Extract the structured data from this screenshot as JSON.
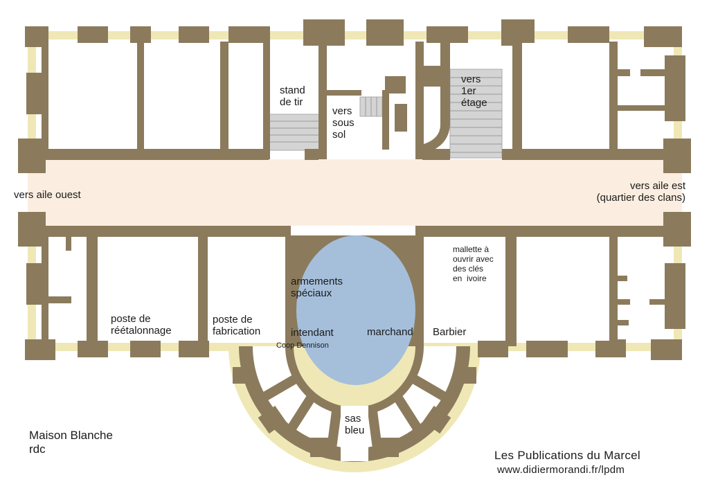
{
  "colors": {
    "wall": "#8b7b5c",
    "window": "#efe8b6",
    "corridor": "#fbeee0",
    "oval_room": "#a5bfdb",
    "room": "#ffffff",
    "stairs": "#cfcfcf"
  },
  "labels": {
    "stand_de_tir": [
      "stand",
      "de tir"
    ],
    "vers_sous_sol": [
      "vers",
      "sous",
      "sol"
    ],
    "vers_1er_etage": [
      "vers",
      "1er",
      "étage"
    ],
    "vers_aile_ouest": "vers aile ouest",
    "vers_aile_est": [
      "vers aile est",
      "(quartier des clans)"
    ],
    "armements_speciaux": [
      "armements",
      "spéciaux"
    ],
    "intendant": "intendant",
    "coop_dennison": "Coop Dennison",
    "marchand": "marchand",
    "barbier": "Barbier",
    "mallette": [
      "mallette à",
      "ouvrir avec",
      "des clés",
      "en  ivoire"
    ],
    "poste_reetalonnage": [
      "poste de",
      "réétalonnage"
    ],
    "poste_fabrication": [
      "poste de",
      "fabrication"
    ],
    "sas_bleu": [
      "sas",
      "bleu"
    ],
    "plan_title": [
      "Maison Blanche",
      "rdc"
    ],
    "publisher": "Les Publications du Marcel",
    "website": "www.didiermorandi.fr/lpdm"
  }
}
